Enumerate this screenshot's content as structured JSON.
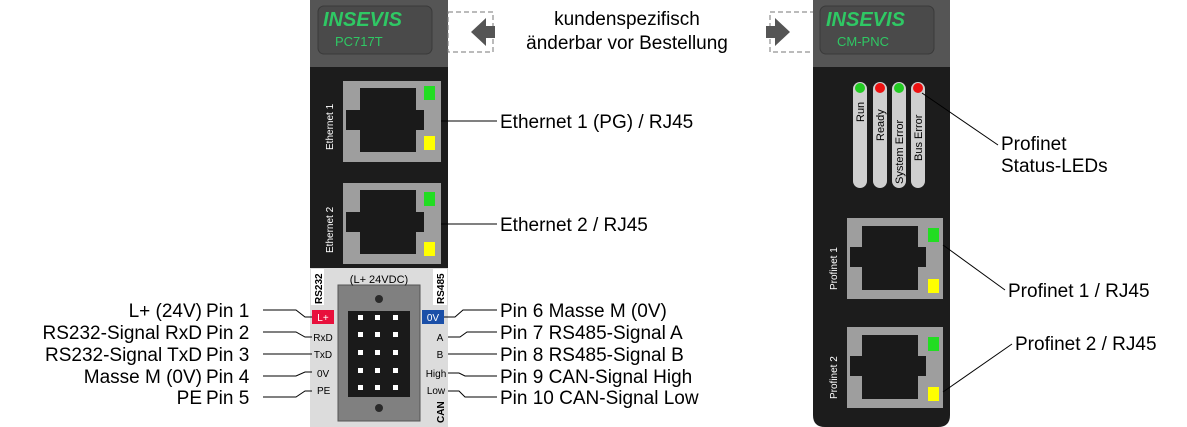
{
  "header": {
    "line1": "kundenspezifisch",
    "line2": "änderbar vor Bestellung"
  },
  "left_module": {
    "logo": "INSEVIS",
    "model": "PC717T",
    "eth1_label": "Ethernet 1",
    "eth2_label": "Ethernet 2",
    "rs232_tag": "RS232",
    "rs485_tag": "RS485",
    "can_tag": "CAN",
    "supply_label": "(L+ 24VDC)",
    "terminal_left": [
      "L+",
      "RxD",
      "TxD",
      "0V",
      "PE"
    ],
    "terminal_right": [
      "0V",
      "A",
      "B",
      "High",
      "Low"
    ]
  },
  "right_module": {
    "logo": "INSEVIS",
    "model": "CM-PNC",
    "leds": [
      "Run",
      "Ready",
      "System Error",
      "Bus Error"
    ],
    "led_colors": [
      "#22cc22",
      "#ee1111",
      "#22cc22",
      "#ee1111"
    ],
    "port1_label": "Profinet 1",
    "port2_label": "Profinet 2"
  },
  "callouts": {
    "eth1": "Ethernet 1 (PG) / RJ45",
    "eth2": "Ethernet 2 / RJ45",
    "pins_left": [
      {
        "signal": "L+ (24V)",
        "pin": "Pin 1"
      },
      {
        "signal": "RS232-Signal RxD",
        "pin": "Pin 2"
      },
      {
        "signal": "RS232-Signal TxD",
        "pin": "Pin 3"
      },
      {
        "signal": "Masse M (0V)",
        "pin": "Pin 4"
      },
      {
        "signal": "PE",
        "pin": "Pin 5"
      }
    ],
    "pins_right": [
      "Pin 6 Masse M (0V)",
      "Pin 7 RS485-Signal A",
      "Pin 8 RS485-Signal B",
      "Pin 9 CAN-Signal High",
      "Pin 10 CAN-Signal Low"
    ],
    "status_leds_line1": "Profinet",
    "status_leds_line2": "Status-LEDs",
    "profinet1": "Profinet 1 / RJ45",
    "profinet2": "Profinet 2 / RJ45"
  },
  "colors": {
    "module_dark": "#1c1c1c",
    "header_gray": "#555555",
    "connector_gray": "#9e9e9e",
    "led_green": "#22dd22",
    "led_yellow": "#ffff00",
    "l_plus_red": "#e8103c",
    "zero_v_blue": "#1a4fa8",
    "logo_green": "#2fc864"
  }
}
